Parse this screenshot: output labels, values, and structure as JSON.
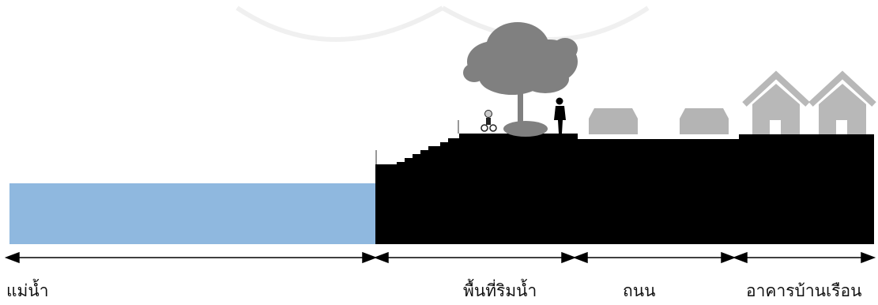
{
  "colors": {
    "water": "#8fb8df",
    "ground": "#000000",
    "tree": "#808080",
    "car": "#b4b4b4",
    "house": "#b8b8b8",
    "arrow": "#000000"
  },
  "zones": [
    {
      "id": "river",
      "label": "แม่น้ำ"
    },
    {
      "id": "riverside",
      "label": "พื้นที่ริมน้ำ"
    },
    {
      "id": "road",
      "label": "ถนน"
    },
    {
      "id": "buildings",
      "label": "อาคารบ้านเรือน"
    }
  ]
}
